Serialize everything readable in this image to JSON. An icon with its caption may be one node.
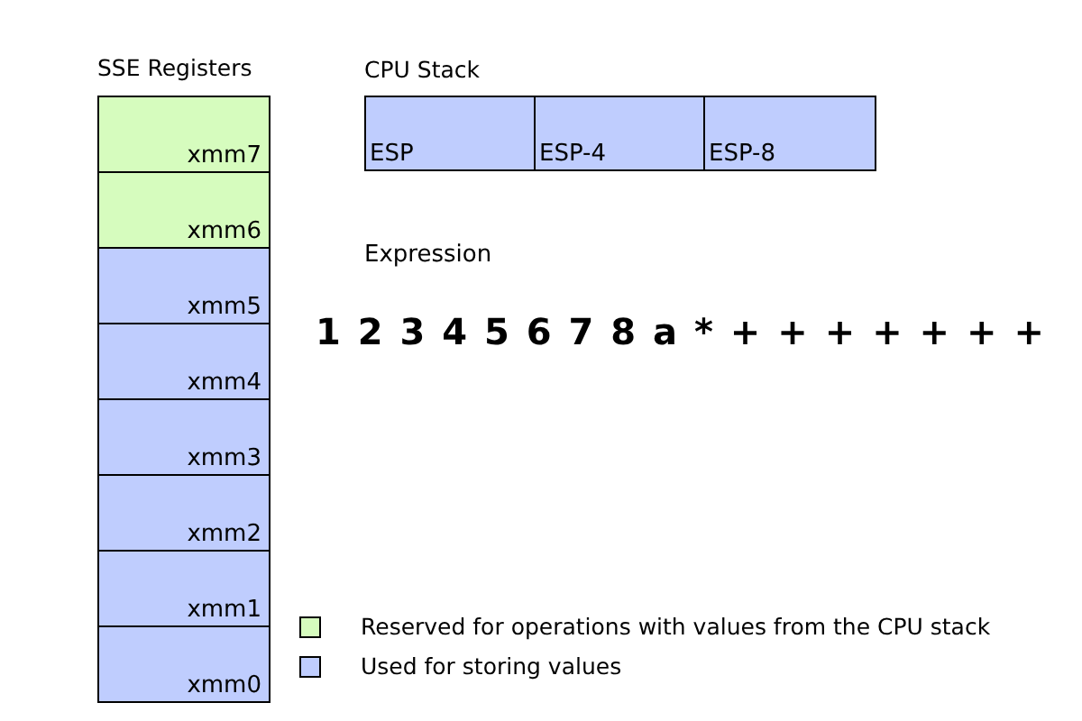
{
  "diagram": {
    "nodes": [
      {
        "text": [
          "SSE Registers"
        ]
      },
      {
        "text": [
          "xmm7"
        ],
        "in": 0
      },
      {
        "text": [
          "xmm6"
        ],
        "in": 0
      },
      {
        "text": [
          "xmm5"
        ],
        "in": 0
      },
      {
        "text": [
          "xmm4"
        ],
        "in": 0
      },
      {
        "text": [
          "xmm3"
        ],
        "in": 0
      },
      {
        "text": [
          "xmm2"
        ],
        "in": 0
      },
      {
        "text": [
          "xmm1"
        ],
        "in": 0
      },
      {
        "text": [
          "xmm0"
        ],
        "in": 0
      },
      {
        "text": [
          "CPU Stack"
        ]
      },
      {
        "text": [
          "ESP"
        ],
        "in": 9
      },
      {
        "text": [
          "ESP-4"
        ],
        "in": 9
      },
      {
        "text": [
          "ESP-8"
        ],
        "in": 9
      }
    ],
    "labels": [
      "Expression",
      "1 2 3 4 5 6 7 8 a * + + + + + + +"
    ],
    "legend": [
      {
        "text": "Reserved for operations with values from the CPU stack",
        "color": "#d6fcbe"
      },
      {
        "text": "Used for storing values",
        "color": "#bfcdfe"
      }
    ]
  }
}
